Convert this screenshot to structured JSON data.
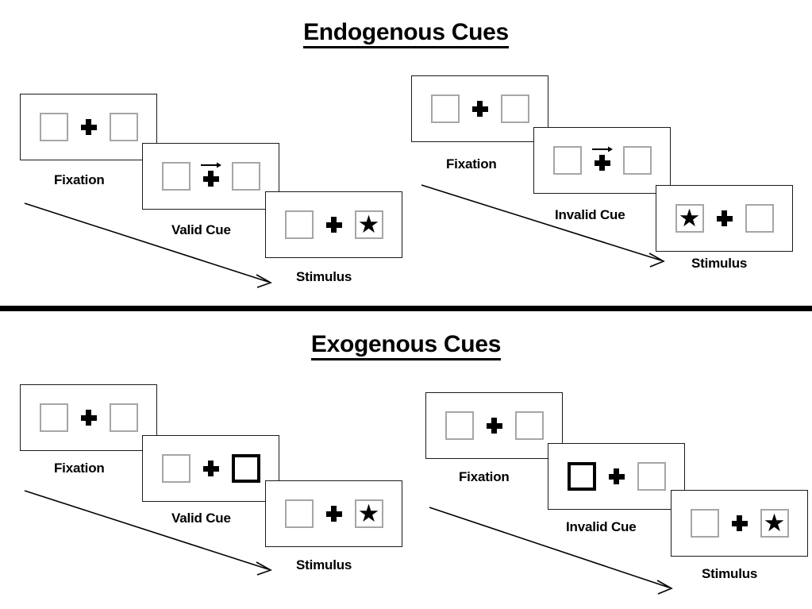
{
  "figure": {
    "title_endogenous": "Endogenous Cues",
    "title_exogenous": "Exogenous Cues",
    "divider_color": "#000000"
  },
  "labels": {
    "fixation": "Fixation",
    "valid_cue": "Valid Cue",
    "invalid_cue": "Invalid Cue",
    "stimulus": "Stimulus"
  },
  "glyphs": {
    "star": "★",
    "cross": "fixation-cross",
    "arrow_right": "→"
  },
  "colors": {
    "frame_border": "#1a1a1a",
    "box_border": "#a6a6a6",
    "cued_box_border": "#000000",
    "ink": "#000000",
    "background": "#ffffff"
  },
  "sections": [
    {
      "id": "endogenous",
      "title": "Endogenous Cues",
      "cue_type": "central symbolic arrow",
      "sequences": [
        {
          "id": "endogenous-valid",
          "validity": "valid",
          "panels": [
            {
              "id": "endo-valid-fixation",
              "caption": "Fixation",
              "left_box": "empty",
              "right_box": "empty",
              "cue": "none",
              "target": "none"
            },
            {
              "id": "endo-valid-cue",
              "caption": "Valid Cue",
              "left_box": "empty",
              "right_box": "empty",
              "cue": "arrow-right",
              "target": "none"
            },
            {
              "id": "endo-valid-stimulus",
              "caption": "Stimulus",
              "left_box": "empty",
              "right_box": "star",
              "cue": "none",
              "target": "right"
            }
          ]
        },
        {
          "id": "endogenous-invalid",
          "validity": "invalid",
          "panels": [
            {
              "id": "endo-invalid-fixation",
              "caption": "Fixation",
              "left_box": "empty",
              "right_box": "empty",
              "cue": "none",
              "target": "none"
            },
            {
              "id": "endo-invalid-cue",
              "caption": "Invalid Cue",
              "left_box": "empty",
              "right_box": "empty",
              "cue": "arrow-right",
              "target": "none"
            },
            {
              "id": "endo-invalid-stimulus",
              "caption": "Stimulus",
              "left_box": "star",
              "right_box": "empty",
              "cue": "none",
              "target": "left"
            }
          ]
        }
      ]
    },
    {
      "id": "exogenous",
      "title": "Exogenous Cues",
      "cue_type": "peripheral box brightening",
      "sequences": [
        {
          "id": "exogenous-valid",
          "validity": "valid",
          "panels": [
            {
              "id": "exo-valid-fixation",
              "caption": "Fixation",
              "left_box": "empty",
              "right_box": "empty",
              "cue": "none",
              "target": "none"
            },
            {
              "id": "exo-valid-cue",
              "caption": "Valid Cue",
              "left_box": "empty",
              "right_box": "cued",
              "cue": "right-box-highlight",
              "target": "none"
            },
            {
              "id": "exo-valid-stimulus",
              "caption": "Stimulus",
              "left_box": "empty",
              "right_box": "star",
              "cue": "none",
              "target": "right"
            }
          ]
        },
        {
          "id": "exogenous-invalid",
          "validity": "invalid",
          "panels": [
            {
              "id": "exo-invalid-fixation",
              "caption": "Fixation",
              "left_box": "empty",
              "right_box": "empty",
              "cue": "none",
              "target": "none"
            },
            {
              "id": "exo-invalid-cue",
              "caption": "Invalid Cue",
              "left_box": "cued",
              "right_box": "empty",
              "cue": "left-box-highlight",
              "target": "none"
            },
            {
              "id": "exo-invalid-stimulus",
              "caption": "Stimulus",
              "left_box": "empty",
              "right_box": "star",
              "cue": "none",
              "target": "right"
            }
          ]
        }
      ]
    }
  ]
}
